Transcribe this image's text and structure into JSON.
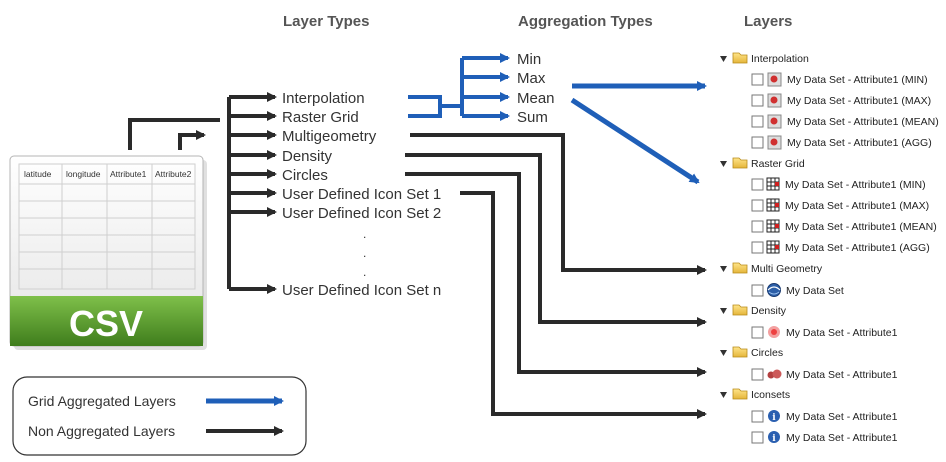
{
  "headers": {
    "layer_types": "Layer Types",
    "aggregation_types": "Aggregation Types",
    "layers": "Layers"
  },
  "csv": {
    "label": "CSV",
    "columns": [
      "latitude",
      "longitude",
      "Attribute1",
      "Attribute2"
    ]
  },
  "layer_types": [
    "Interpolation",
    "Raster Grid",
    "Multigeometry",
    "Density",
    "Circles",
    "User Defined Icon Set 1",
    "User Defined Icon Set 2",
    "User Defined Icon Set n"
  ],
  "aggregation_types": [
    "Min",
    "Max",
    "Mean",
    "Sum"
  ],
  "legend": {
    "grid": "Grid Aggregated Layers",
    "non": "Non Aggregated Layers"
  },
  "tree": [
    {
      "folder": "Interpolation",
      "icon": "interpolation-icon",
      "items": [
        "My Data Set - Attribute1 (MIN)",
        "My Data Set - Attribute1 (MAX)",
        "My Data Set - Attribute1 (MEAN)",
        "My Data Set - Attribute1 (AGG)"
      ]
    },
    {
      "folder": "Raster Grid",
      "icon": "raster-grid-icon",
      "items": [
        "My Data Set - Attribute1 (MIN)",
        "My Data Set - Attribute1 (MAX)",
        "My Data Set - Attribute1 (MEAN)",
        "My Data Set - Attribute1 (AGG)"
      ]
    },
    {
      "folder": "Multi Geometry",
      "icon": "globe-icon",
      "items": [
        "My Data Set"
      ]
    },
    {
      "folder": "Density",
      "icon": "density-icon",
      "items": [
        "My Data Set - Attribute1"
      ]
    },
    {
      "folder": "Circles",
      "icon": "circles-icon",
      "items": [
        "My Data Set - Attribute1"
      ]
    },
    {
      "folder": "Iconsets",
      "icon": "info-icon",
      "items": [
        "My Data Set - Attribute1",
        "My Data Set - Attribute1"
      ]
    }
  ],
  "colors": {
    "grid_arrow": "#1f5fb8",
    "non_arrow": "#333333",
    "csv_green": "#5a9a2a"
  }
}
